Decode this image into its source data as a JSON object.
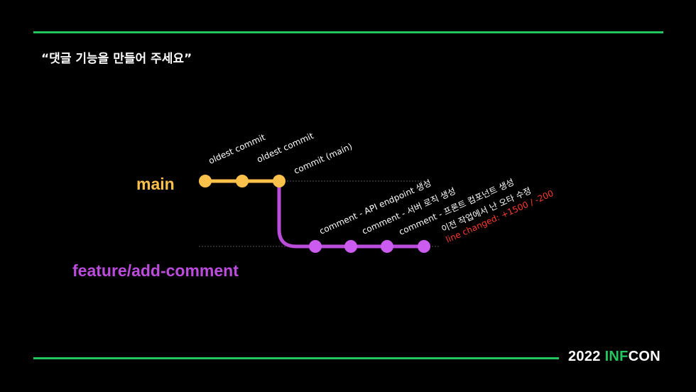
{
  "slide": {
    "title": "“댓글 기능을 만들어 주세요”"
  },
  "branches": {
    "main": {
      "label": "main",
      "color": "#fcc14a"
    },
    "feature": {
      "label": "feature/add-comment",
      "color": "#bc4cdb"
    }
  },
  "commits": {
    "main": [
      {
        "label": "oldest commit"
      },
      {
        "label": "oldest commit"
      },
      {
        "label": "commit (main)"
      }
    ],
    "feature": [
      {
        "label": "comment -  API endpoint 생성"
      },
      {
        "label": "comment - 서버 로직 생성"
      },
      {
        "label": "comment - 프론트 컴포넌트 생성"
      },
      {
        "label": "이전 작업에서 난 오타 수정",
        "note": "line changed: +1500 / -200"
      }
    ]
  },
  "colors": {
    "accent_green": "#22c55e",
    "main_branch": "#fcc14a",
    "feature_branch": "#bc4cdb",
    "feature_node": "#cc5cf0",
    "warning_red": "#ff3b2f",
    "text": "#ffffff",
    "guide": "#555555"
  },
  "logo": {
    "year": "2022",
    "inf": "INF",
    "con": "CON"
  }
}
